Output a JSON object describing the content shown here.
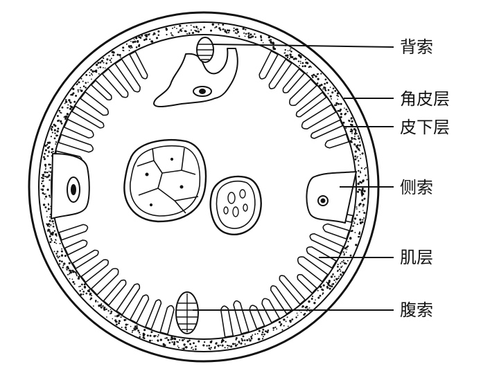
{
  "labels": {
    "dorsal_cord": "背索",
    "cuticle": "角皮层",
    "hypodermis": "皮下层",
    "lateral_cord": "侧索",
    "muscle_layer": "肌层",
    "ventral_cord": "腹索"
  },
  "colors": {
    "ink": "#111111",
    "paper": "#ffffff"
  }
}
